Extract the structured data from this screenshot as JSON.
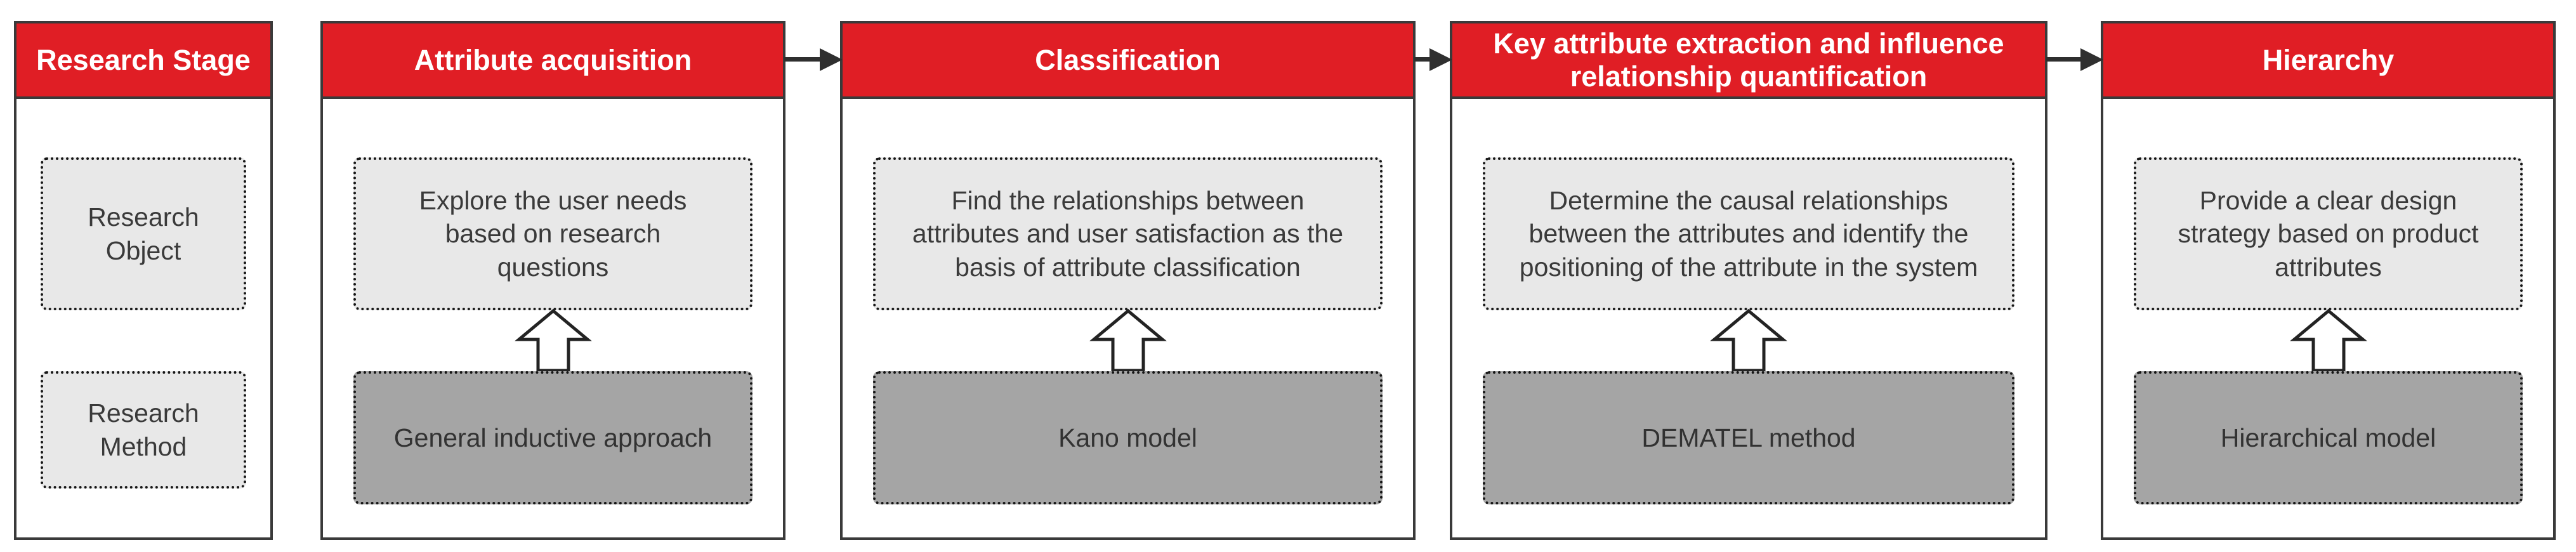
{
  "figure": {
    "type": "flowchart",
    "description": "Research methodology flow diagram with stages, objectives and methods"
  },
  "columns": [
    {
      "header": "Research Stage",
      "rows": [
        {
          "label": "Research Object"
        },
        {
          "label": "Research Method"
        }
      ]
    },
    {
      "header": "Attribute acquisition",
      "objective": "Explore the user needs based on research questions",
      "method": "General inductive approach"
    },
    {
      "header": "Classification",
      "objective": "Find the relationships between attributes and user satisfaction as the basis of attribute classification",
      "method": "Kano model"
    },
    {
      "header": "Key attribute extraction and influence relationship quantification",
      "objective": "Determine the causal relationships between the attributes and identify the positioning of the attribute in the system",
      "method": "DEMATEL method"
    },
    {
      "header": "Hierarchy",
      "objective": "Provide a clear design strategy based on product attributes",
      "method": "Hierarchical model"
    }
  ],
  "colors": {
    "header_bg": "#e01e25",
    "header_text": "#ffffff",
    "frame_border": "#3a3a3a",
    "objective_box_bg": "#e8e8e8",
    "method_box_bg": "#a5a5a5",
    "dotted_border": "#161616",
    "body_text": "#3a3a3a",
    "connector_arrow": "#2f2f2f",
    "up_arrow_fill": "#ffffff",
    "up_arrow_stroke": "#232323"
  }
}
